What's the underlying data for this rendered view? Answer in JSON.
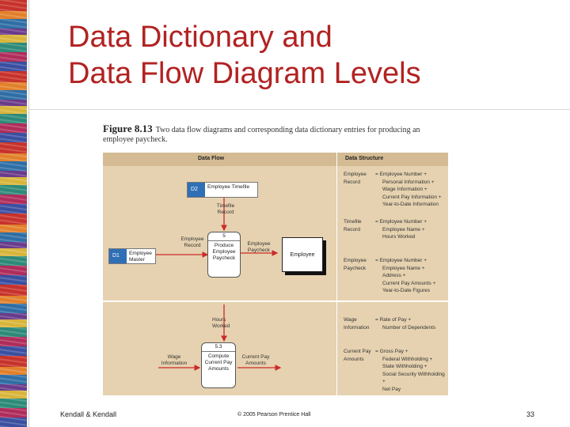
{
  "slide": {
    "title_line1": "Data Dictionary and",
    "title_line2": "Data Flow Diagram Levels"
  },
  "figure": {
    "number": "Figure 8.13",
    "caption": "Two data flow diagrams and corresponding data dictionary entries for producing an employee paycheck.",
    "col_data_flow": "Data Flow",
    "col_data_structure": "Data Structure"
  },
  "diagram_top": {
    "store_d2": {
      "id": "D2",
      "name": "Employee Timefile"
    },
    "store_d1": {
      "id": "D1",
      "name": "Employee Master"
    },
    "process_5": {
      "id": "5",
      "name": "Produce Employee Paycheck"
    },
    "entity": "Employee",
    "flow_timefile_record": "Timefile Record",
    "flow_employee_record": "Employee Record",
    "flow_employee_paycheck": "Employee Paycheck"
  },
  "diagram_bottom": {
    "process_53": {
      "id": "5.3",
      "name": "Compute Current Pay Amounts"
    },
    "flow_hours_worked": "Hours Worked",
    "flow_wage_information": "Wage Information",
    "flow_current_pay_amounts": "Current Pay Amounts"
  },
  "dictionary": [
    {
      "name": "Employee Record",
      "lines": [
        "= Employee Number +",
        "Personal Information +",
        "Wage Information +",
        "Current Pay Information +",
        "Year-to-Date Information"
      ]
    },
    {
      "name": "Timefile Record",
      "lines": [
        "= Employee Number +",
        "Employee Name +",
        "Hours Worked"
      ]
    },
    {
      "name": "Employee Paycheck",
      "lines": [
        "= Employee Number +",
        "Employee Name +",
        "Address +",
        "Current Pay Amounts +",
        "Year-to-Date Figures"
      ]
    },
    {
      "name": "Wage Information",
      "lines": [
        "= Rate of Pay +",
        "Number of Dependents"
      ]
    },
    {
      "name": "Current Pay Amounts",
      "lines": [
        "= Gross Pay +",
        "Federal Withholding +",
        "State Withholding +",
        "Social Security Withholding +",
        "Net Pay"
      ]
    }
  ],
  "footer": {
    "left": "Kendall & Kendall",
    "center": "© 2005 Pearson Prentice Hall",
    "page": "33"
  },
  "colors": {
    "title": "#b22222",
    "panel": "#e6d2b0",
    "store_id": "#2f6fb5",
    "arrow": "#cc2a2a"
  }
}
